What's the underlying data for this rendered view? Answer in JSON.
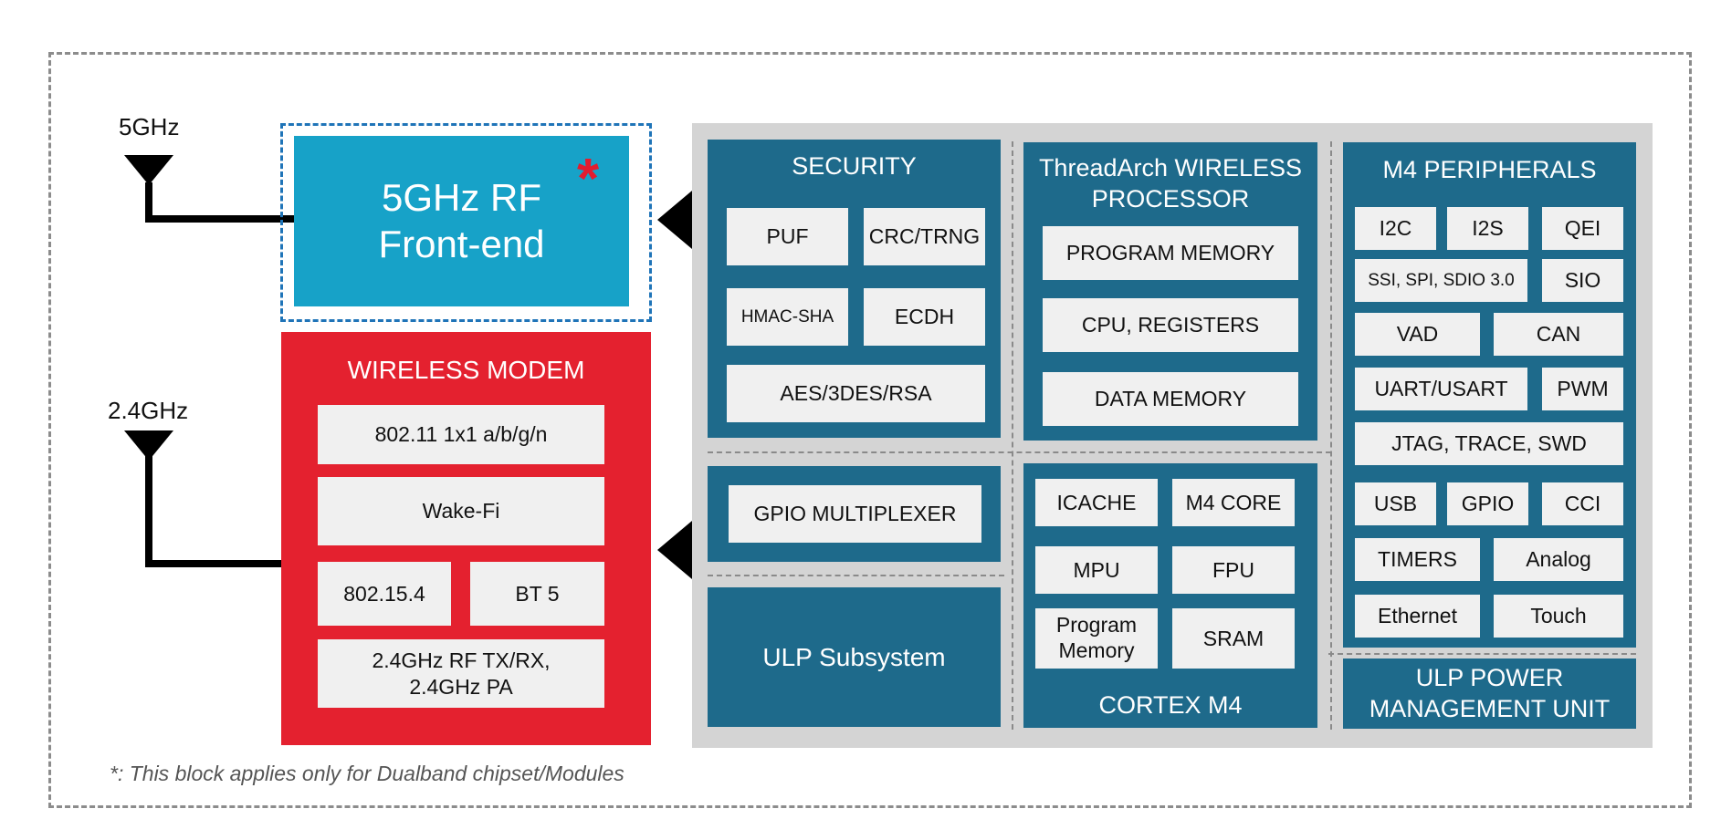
{
  "antennas": {
    "ghz5": "5GHz",
    "ghz24": "2.4GHz"
  },
  "rf_front_end": {
    "title_line1": "5GHz RF",
    "title_line2": "Front-end",
    "marker": "*"
  },
  "wireless_modem": {
    "title": "WIRELESS MODEM",
    "blocks": [
      "802.11 1x1 a/b/g/n",
      "Wake-Fi",
      "802.15.4",
      "BT 5",
      "2.4GHz RF TX/RX,",
      "2.4GHz PA"
    ]
  },
  "security": {
    "title": "SECURITY",
    "blocks": [
      "PUF",
      "CRC/TRNG",
      "HMAC-SHA",
      "ECDH",
      "AES/3DES/RSA"
    ]
  },
  "wireless_processor": {
    "title_line1": "ThreadArch WIRELESS",
    "title_line2": "PROCESSOR",
    "blocks": [
      "PROGRAM MEMORY",
      "CPU, REGISTERS",
      "DATA MEMORY"
    ]
  },
  "m4_peripherals": {
    "title": "M4 PERIPHERALS",
    "blocks": [
      "I2C",
      "I2S",
      "QEI",
      "SSI, SPI, SDIO 3.0",
      "SIO",
      "VAD",
      "CAN",
      "UART/USART",
      "PWM",
      "JTAG, TRACE, SWD",
      "USB",
      "GPIO",
      "CCI",
      "TIMERS",
      "Analog",
      "Ethernet",
      "Touch"
    ]
  },
  "gpio_mux": {
    "label": "GPIO MULTIPLEXER"
  },
  "ulp_subsystem": {
    "label": "ULP Subsystem"
  },
  "cortex_m4": {
    "title": "CORTEX M4",
    "blocks": [
      "ICACHE",
      "M4 CORE",
      "MPU",
      "FPU",
      "Program",
      "Memory",
      "SRAM"
    ]
  },
  "ulp_pmu": {
    "line1": "ULP POWER",
    "line2": "MANAGEMENT UNIT"
  },
  "footnote": "*: This block applies only for Dualband chipset/Modules",
  "colors": {
    "teal": "#1e6a8b",
    "rf_blue": "#17a2c8",
    "modem_red": "#e4212f",
    "panel_gray": "#d4d4d4",
    "block_light": "#f0f0f0"
  }
}
